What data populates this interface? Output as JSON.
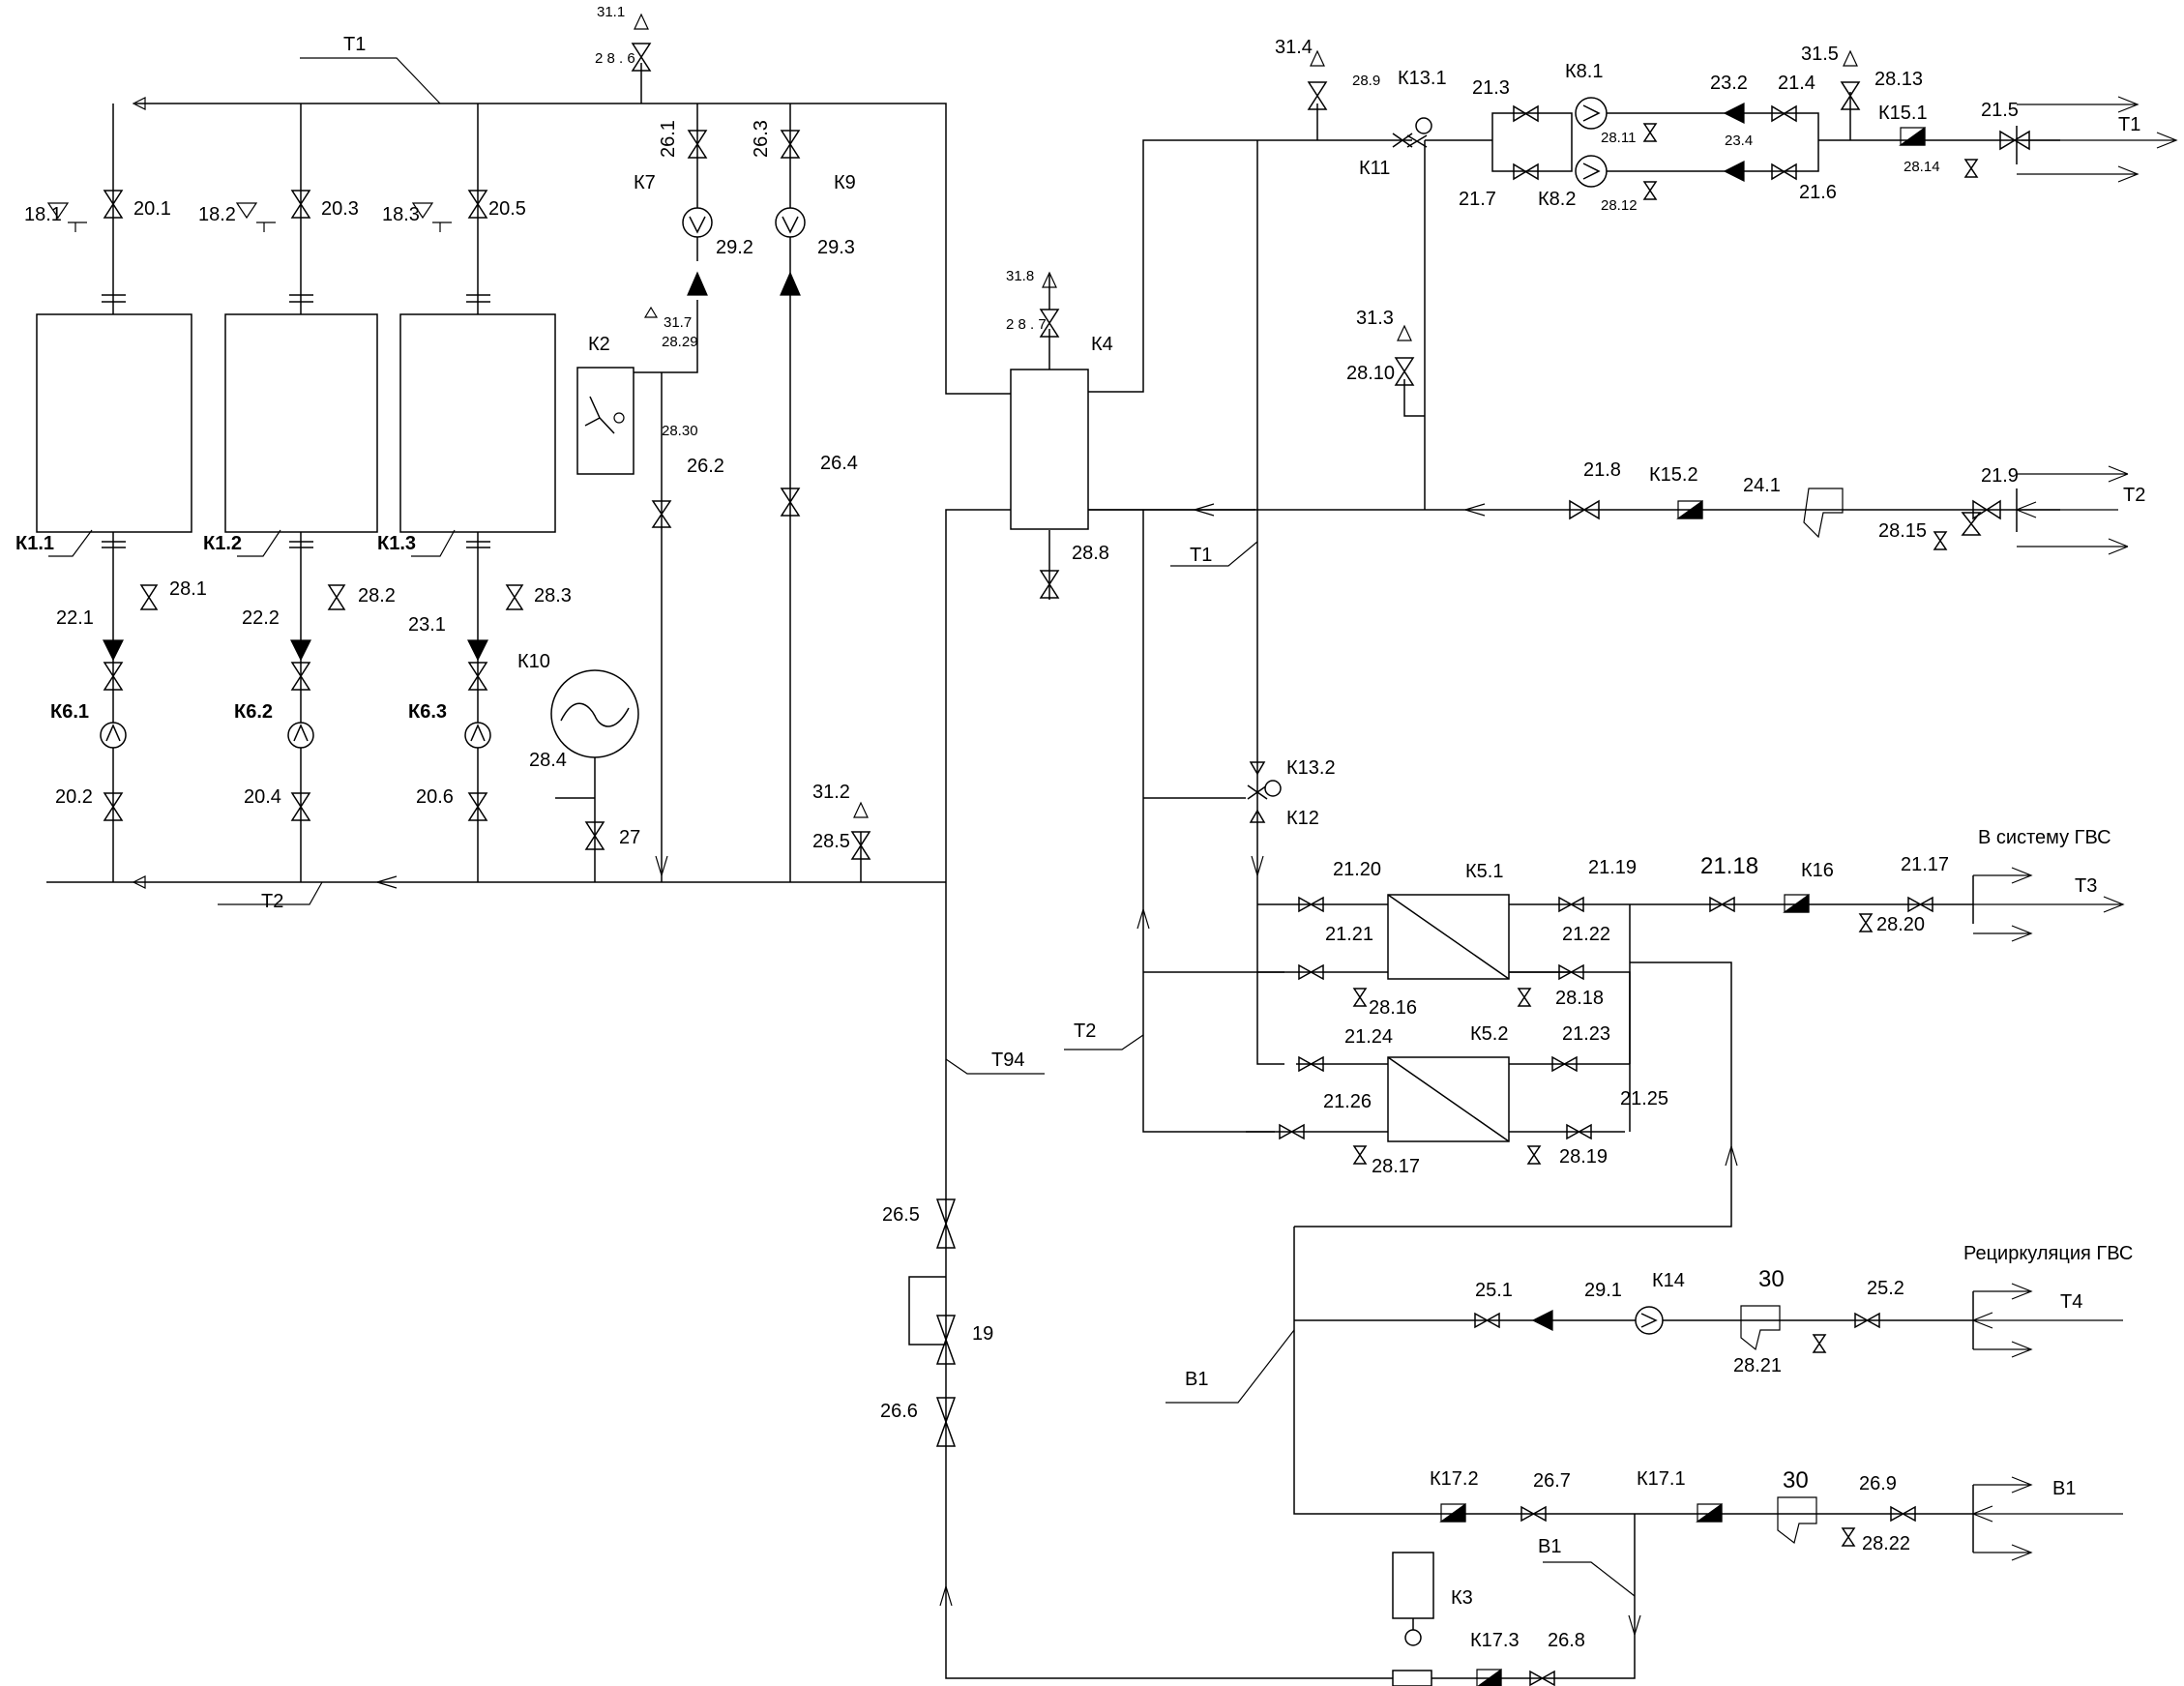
{
  "lines": {
    "t1_top": "Т1",
    "t2_left": "Т2",
    "t1_out": "Т1",
    "t2_in": "Т2",
    "t1_mid": "Т1",
    "t2_mid": "Т2",
    "t94": "Т94",
    "t3_out": "Т3",
    "t4_in": "Т4",
    "b1_in": "В1",
    "b1_main": "В1",
    "b1_low": "В1"
  },
  "captions": {
    "gvs_system": "В систему ГВС",
    "gvs_recirculation": "Рециркуляция ГВС"
  },
  "equipment": {
    "k1_1": "К1.1",
    "k1_2": "К1.2",
    "k1_3": "К1.3",
    "k6_1": "К6.1",
    "k6_2": "К6.2",
    "k6_3": "К6.3",
    "k2": "К2",
    "k3": "К3",
    "k4": "К4",
    "k7": "К7",
    "k9": "К9",
    "k10": "К10",
    "k11": "К11",
    "k12": "К12",
    "k13_1": "К13.1",
    "k13_2": "К13.2",
    "k14": "К14",
    "k5_1": "К5.1",
    "k5_2": "К5.2",
    "k8_1": "К8.1",
    "k8_2": "К8.2",
    "k15_1": "К15.1",
    "k15_2": "К15.2",
    "k16": "К16",
    "k17_1": "К17.1",
    "k17_2": "К17.2",
    "k17_3": "К17.3"
  },
  "fittings": {
    "v18_1": "18.1",
    "v18_2": "18.2",
    "v18_3": "18.3",
    "v19": "19",
    "v20_1": "20.1",
    "v20_2": "20.2",
    "v20_3": "20.3",
    "v20_4": "20.4",
    "v20_5": "20.5",
    "v20_6": "20.6",
    "v21_3": "21.3",
    "v21_4": "21.4",
    "v21_5": "21.5",
    "v21_6": "21.6",
    "v21_7": "21.7",
    "v21_8": "21.8",
    "v21_9": "21.9",
    "v21_17": "21.17",
    "v21_18": "21.18",
    "v21_19": "21.19",
    "v21_20": "21.20",
    "v21_21": "21.21",
    "v21_22": "21.22",
    "v21_23": "21.23",
    "v21_24": "21.24",
    "v21_25": "21.25",
    "v21_26": "21.26",
    "v22_1": "22.1",
    "v22_2": "22.2",
    "v23_1": "23.1",
    "v23_2": "23.2",
    "v23_4": "23.4",
    "v24_1": "24.1",
    "v25_1": "25.1",
    "v25_2": "25.2",
    "v26_1": "26.1",
    "v26_2": "26.2",
    "v26_3": "26.3",
    "v26_4": "26.4",
    "v26_5": "26.5",
    "v26_6": "26.6",
    "v26_7": "26.7",
    "v26_8": "26.8",
    "v26_9": "26.9",
    "v27": "27",
    "v28_1": "28.1",
    "v28_2": "28.2",
    "v28_3": "28.3",
    "v28_4": "28.4",
    "v28_5": "28.5",
    "v28_6": "2 8 . 6",
    "v28_7": "2 8 . 7",
    "v28_8": "28.8",
    "v28_9": "28.9",
    "v28_10": "28.10",
    "v28_11": "28.11",
    "v28_12": "28.12",
    "v28_13": "28.13",
    "v28_14": "28.14",
    "v28_15": "28.15",
    "v28_16": "28.16",
    "v28_17": "28.17",
    "v28_18": "28.18",
    "v28_19": "28.19",
    "v28_20": "28.20",
    "v28_21": "28.21",
    "v28_22": "28.22",
    "v28_29": "28.29",
    "v28_30": "28.30",
    "v29_1": "29.1",
    "v29_2": "29.2",
    "v29_3": "29.3",
    "v30a": "30",
    "v30b": "30",
    "v31_1": "31.1",
    "v31_2": "31.2",
    "v31_3": "31.3",
    "v31_4": "31.4",
    "v31_5": "31.5",
    "v31_7": "31.7",
    "v31_8": "31.8"
  }
}
